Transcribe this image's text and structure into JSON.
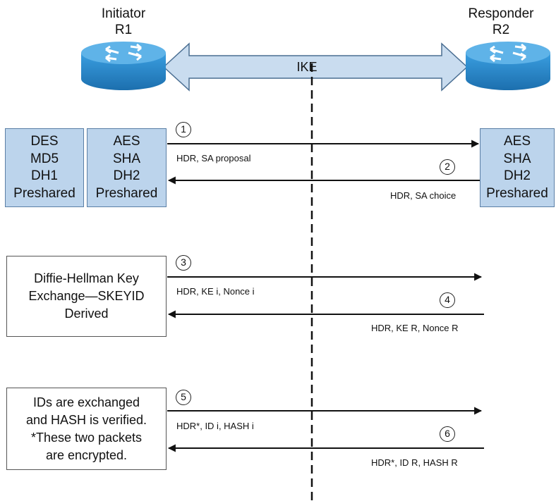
{
  "initiator": {
    "role": "Initiator",
    "name": "R1"
  },
  "responder": {
    "role": "Responder",
    "name": "R2"
  },
  "ike_label": "IKE",
  "initiator_proposals": [
    [
      "DES",
      "MD5",
      "DH1",
      "Preshared"
    ],
    [
      "AES",
      "SHA",
      "DH2",
      "Preshared"
    ]
  ],
  "responder_choice": [
    "AES",
    "SHA",
    "DH2",
    "Preshared"
  ],
  "exchanges": [
    {
      "step": "1",
      "label": "HDR, SA proposal",
      "direction": "right"
    },
    {
      "step": "2",
      "label": "HDR, SA choice",
      "direction": "left"
    },
    {
      "step": "3",
      "label": "HDR, KE i, Nonce i",
      "direction": "right"
    },
    {
      "step": "4",
      "label": "HDR, KE R, Nonce R",
      "direction": "left"
    },
    {
      "step": "5",
      "label": "HDR*, ID i, HASH i",
      "direction": "right"
    },
    {
      "step": "6",
      "label": "HDR*, ID R, HASH R",
      "direction": "left"
    }
  ],
  "notes": {
    "dh": [
      "Diffie-Hellman Key",
      "Exchange—SKEYID",
      "Derived"
    ],
    "ids": [
      "IDs are exchanged",
      "and HASH is verified.",
      "*These two packets",
      "are encrypted."
    ]
  },
  "colors": {
    "router": "#2a8ed0",
    "router_top": "#5fb3e8",
    "box_fill": "#bcd4ec",
    "arrow_fill": "#c9dcef"
  }
}
